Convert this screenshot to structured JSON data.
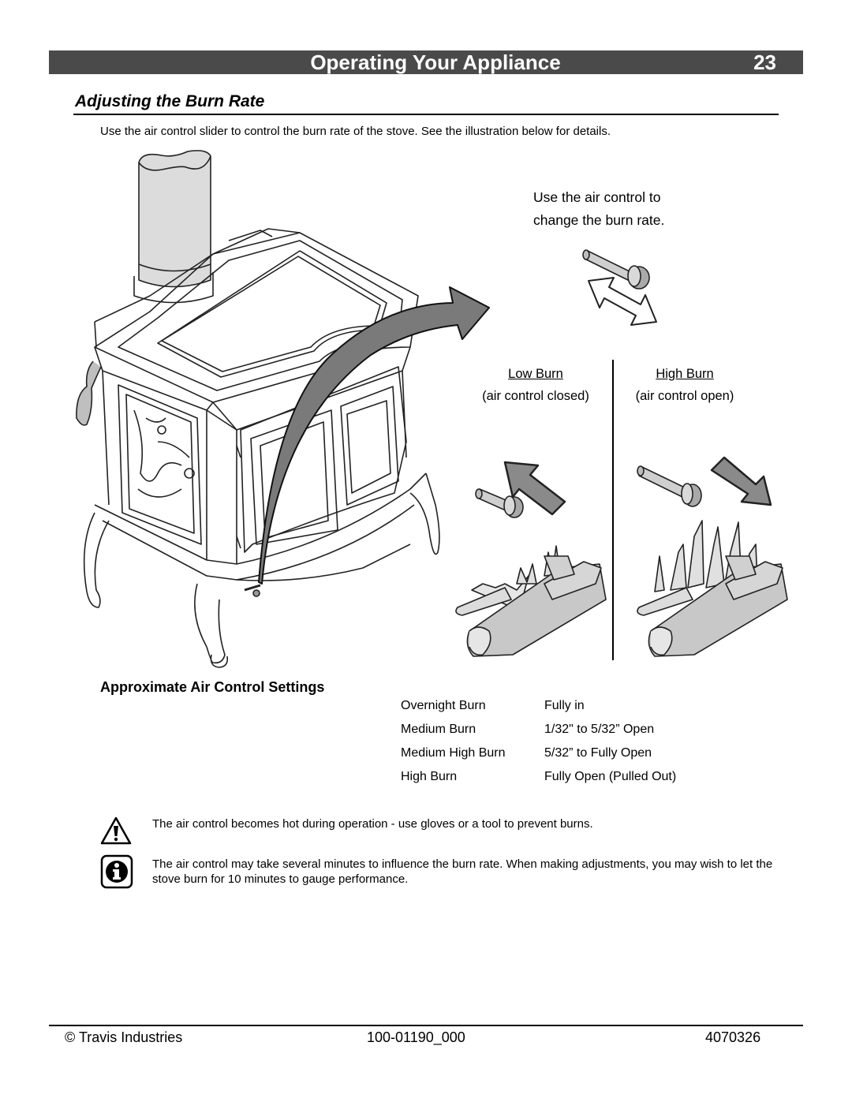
{
  "header": {
    "title": "Operating Your Appliance",
    "page_number": "23"
  },
  "section": {
    "title": "Adjusting the Burn Rate"
  },
  "intro": "Use the air control slider to control the burn rate of the stove.  See the illustration below for details.",
  "callout": {
    "line1": "Use the air control to",
    "line2": "change the burn rate."
  },
  "low_burn": {
    "title": "Low Burn",
    "subtitle": "(air control closed)"
  },
  "high_burn": {
    "title": "High Burn",
    "subtitle": "(air control open)"
  },
  "settings": {
    "title": "Approximate Air Control Settings",
    "rows": [
      {
        "burn": "Overnight Burn",
        "setting": "Fully in"
      },
      {
        "burn": "Medium Burn",
        "setting": "1/32\" to 5/32” Open"
      },
      {
        "burn": "Medium High Burn",
        "setting": "5/32” to Fully Open"
      },
      {
        "burn": "High Burn",
        "setting": "Fully Open (Pulled Out)"
      }
    ]
  },
  "notes": {
    "warning": "The air control becomes hot during operation - use gloves or a tool to prevent burns.",
    "info": "The air control may take several minutes to influence the burn rate.  When making adjustments, you may wish to let the stove burn for 10 minutes to gauge performance."
  },
  "footer": {
    "left": "© Travis Industries",
    "center": "100-01190_000",
    "right": "4070326"
  },
  "colors": {
    "header_bar": "#4a4a4a",
    "arrow": "#7a7a7a",
    "log_fill": "#c8c8c8"
  }
}
